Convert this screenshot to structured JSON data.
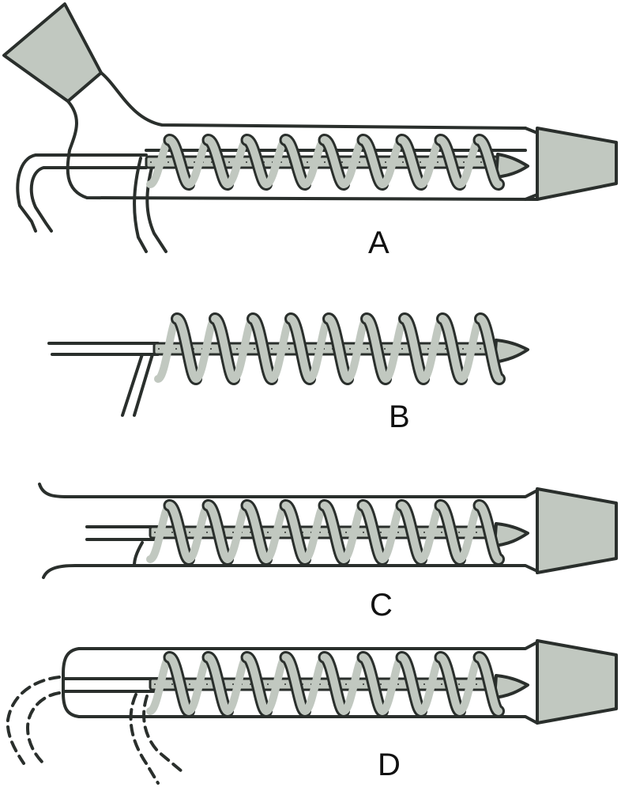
{
  "colors": {
    "glass_fill": "#c1c8c0",
    "outline": "#2a2f2c",
    "background": "#ffffff"
  },
  "panels": [
    {
      "id": "A",
      "label": "A"
    },
    {
      "id": "B",
      "label": "B"
    },
    {
      "id": "C",
      "label": "C"
    },
    {
      "id": "D",
      "label": "D"
    }
  ]
}
